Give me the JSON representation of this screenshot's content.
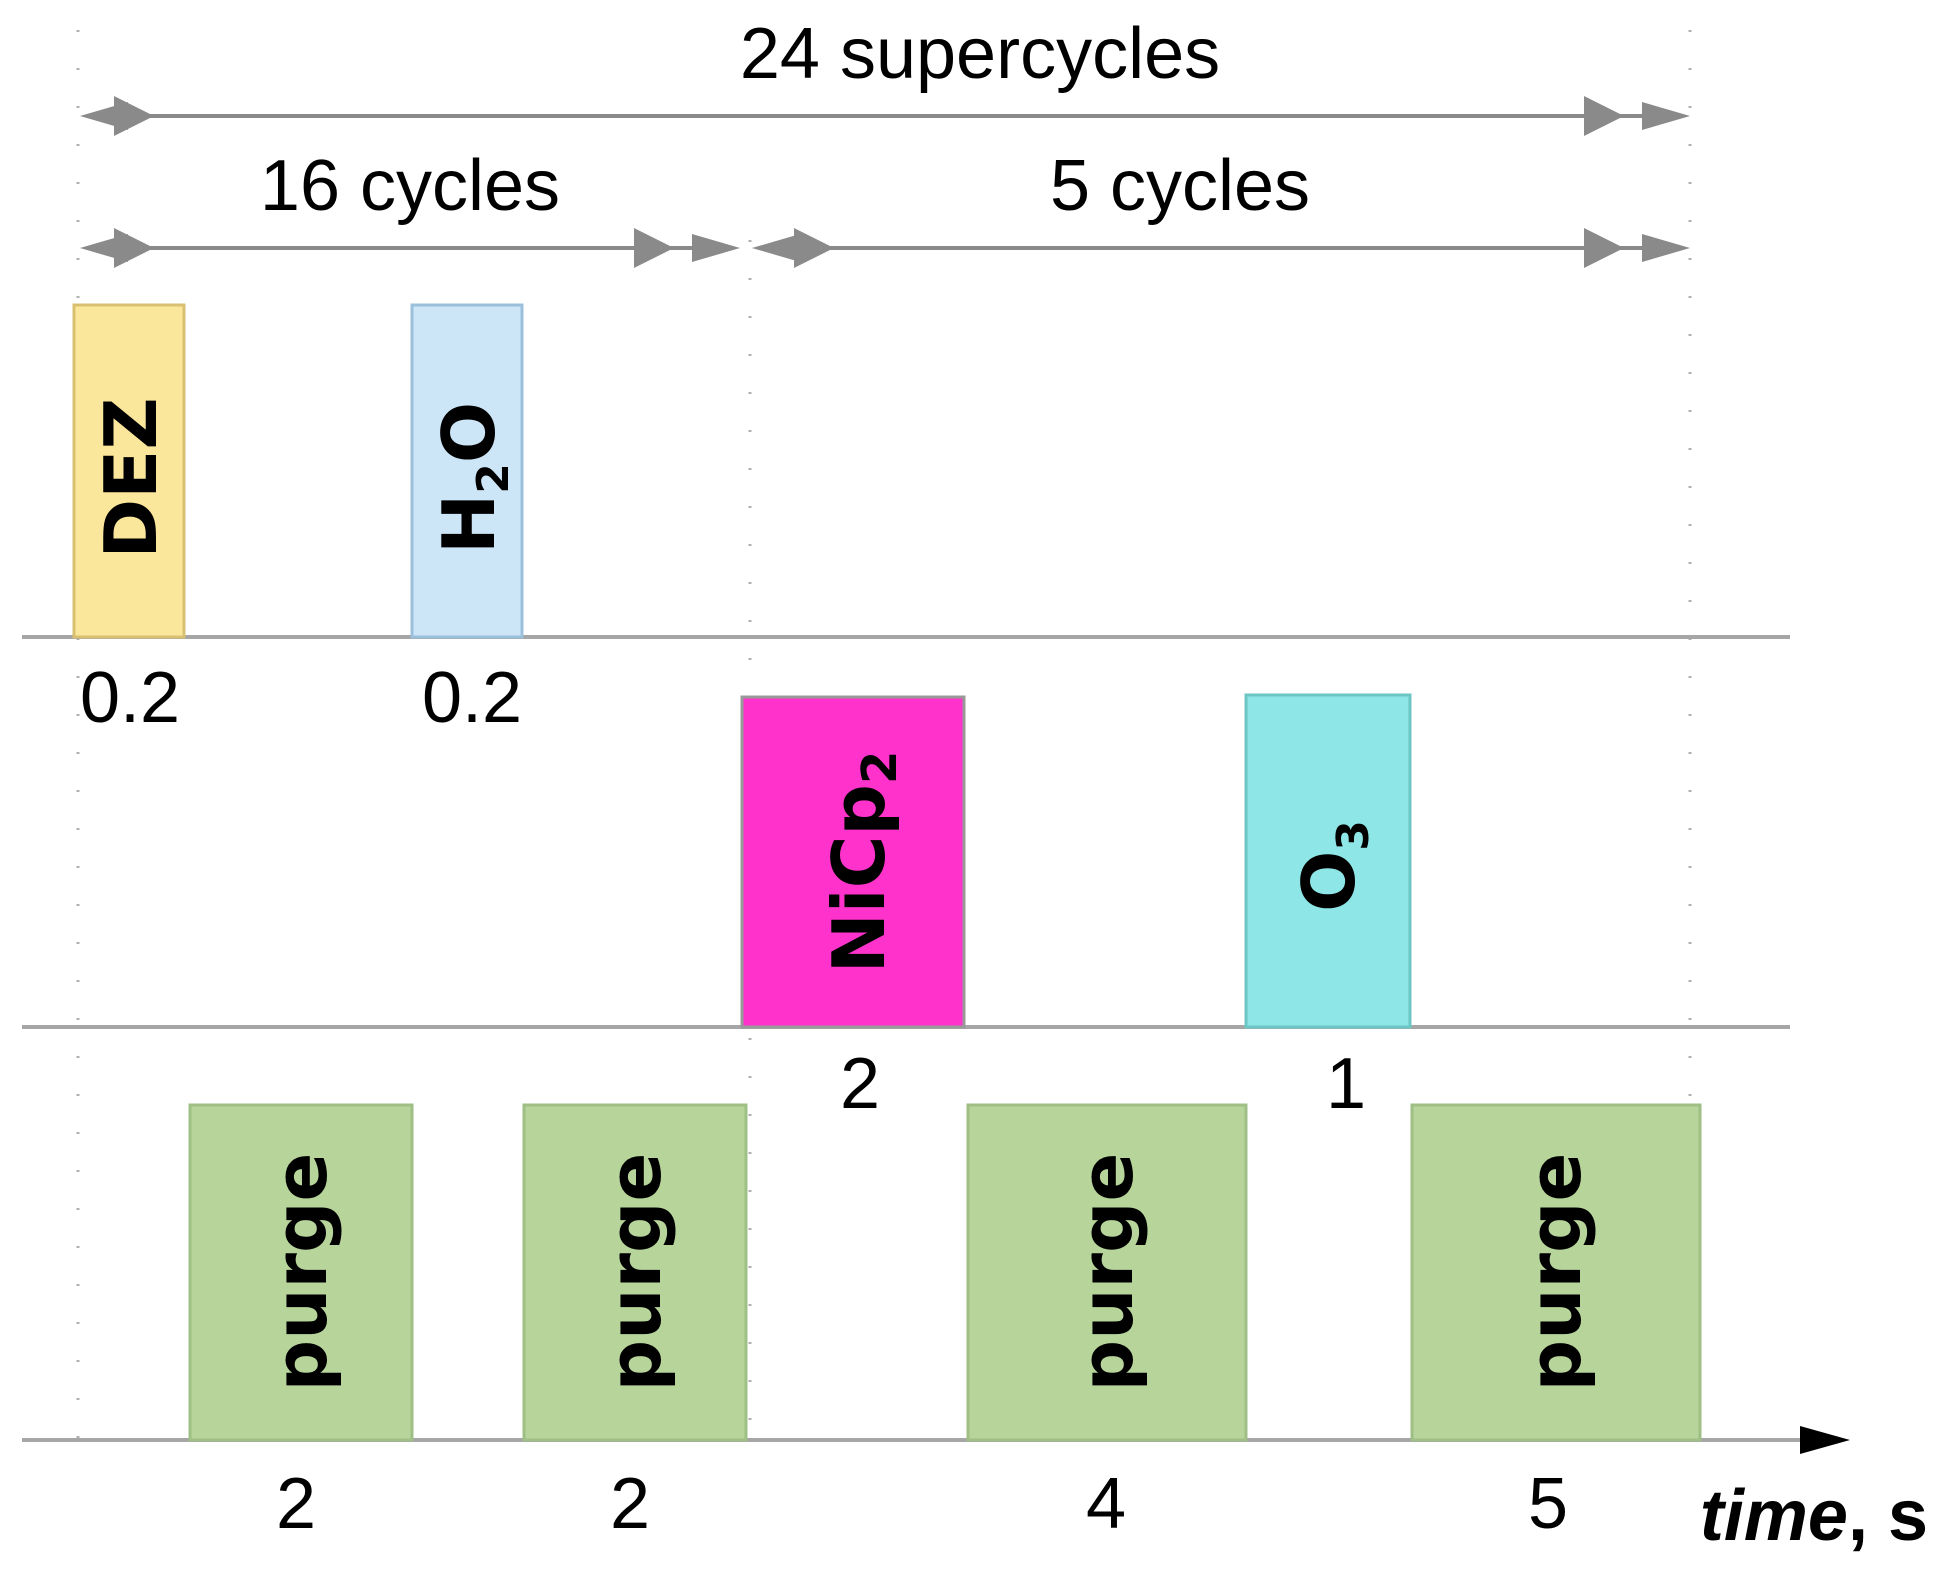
{
  "header": {
    "supercycles": "24 supercycles",
    "cycles_a": "16 cycles",
    "cycles_b": "5 cycles"
  },
  "pulses": {
    "dez": {
      "label": "DEZ",
      "duration": "0.2",
      "color": "#fbe79b"
    },
    "h2o": {
      "label": "H",
      "sub": "2",
      "label_after": "O",
      "duration": "0.2",
      "color": "#cde6f7"
    },
    "nicp2": {
      "label": "NiCp",
      "sub": "2",
      "duration": "2",
      "color": "#ff33cc"
    },
    "o3": {
      "label": "O",
      "sub": "3",
      "duration": "1",
      "color": "#8ee6e6"
    }
  },
  "purges": {
    "label": "purge",
    "color": "#b7d59b",
    "durations": [
      "2",
      "2",
      "4",
      "5"
    ]
  },
  "axis": {
    "label_italic": "time",
    "label_unit": ", s"
  }
}
